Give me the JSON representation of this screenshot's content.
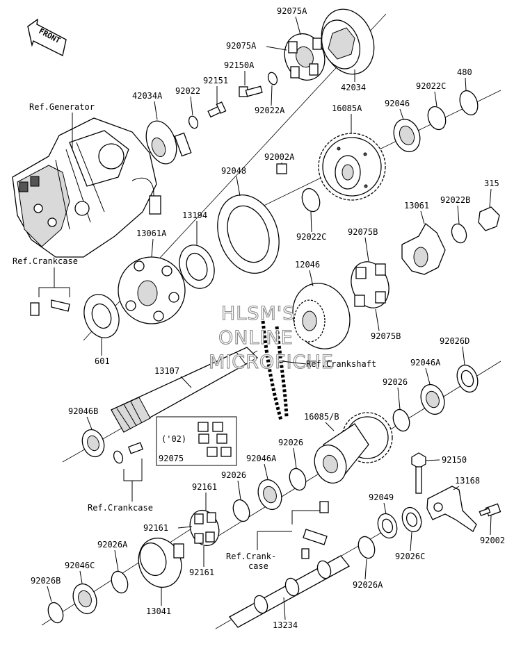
{
  "front_label": "FRONT",
  "watermark": [
    "HLSM'S",
    "ONLINE",
    "MICROFICHE"
  ],
  "refs": {
    "generator": "Ref.Generator",
    "crankcase_top": "Ref.Crankcase",
    "crankshaft": "Ref.Crankshaft",
    "crankcase_mid": "Ref.Crankcase",
    "crankcase_bottom_1": "Ref.Crank-",
    "crankcase_bottom_2": "case"
  },
  "parts": [
    "92075A",
    "92075A",
    "42034",
    "92150A",
    "92151",
    "92022",
    "42034A",
    "92022A",
    "480",
    "92022C",
    "92046",
    "16085A",
    "92002A",
    "92048",
    "315",
    "13061",
    "92022B",
    "92022C",
    "92075B",
    "13194",
    "13061A",
    "12046",
    "92075B",
    "601",
    "92026D",
    "92046A",
    "13107",
    "92026",
    "92046B",
    "16085/B",
    "('02)",
    "92075",
    "92026",
    "92046A",
    "92150",
    "92026",
    "13168",
    "92161",
    "92049",
    "92161",
    "92002",
    "92026A",
    "92026C",
    "92161",
    "92046C",
    "92026B",
    "13041",
    "92026A",
    "13234"
  ]
}
